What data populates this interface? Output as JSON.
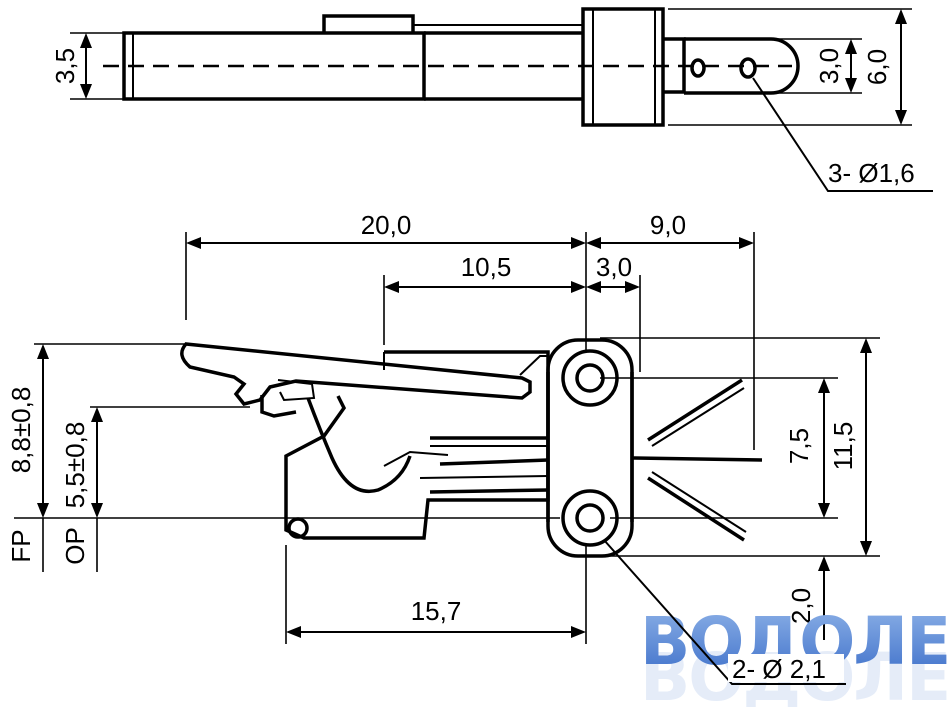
{
  "top_view": {
    "dim_3_5": "3,5",
    "dim_3_0": "3,0",
    "dim_6_0": "6,0",
    "holes_label": "3- Ø1,6"
  },
  "side_view": {
    "dim_20_0": "20,0",
    "dim_9_0": "9,0",
    "dim_10_5": "10,5",
    "dim_3_0": "3,0",
    "dim_8_8": "8,8±0,8",
    "dim_5_5": "5,5±0,8",
    "label_fp": "FP",
    "label_op": "OP",
    "dim_7_5": "7,5",
    "dim_11_5": "11,5",
    "dim_2_0": "2,0",
    "dim_15_7": "15,7",
    "holes_label": "2- Ø 2,1"
  },
  "watermark": {
    "text": "ВОДОЛЕЙ",
    "color_top": "#8fb3e8",
    "color_bottom": "#3d6fc9"
  }
}
